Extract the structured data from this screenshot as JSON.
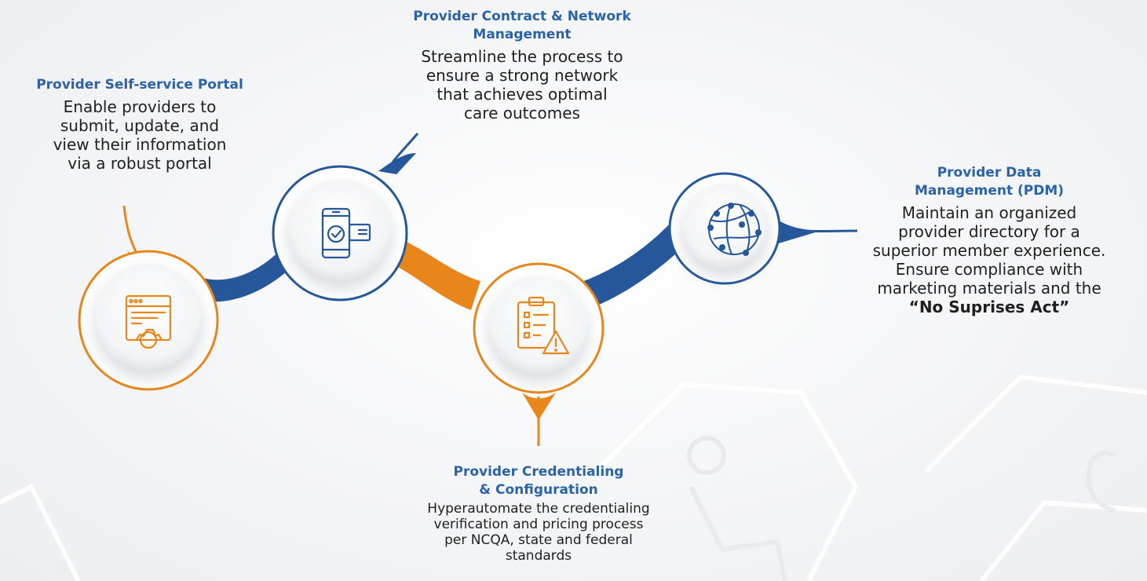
{
  "colors": {
    "orange": "#e8861c",
    "blue": "#25579a",
    "title_blue": "#2b62a8",
    "text": "#1f1f1f"
  },
  "steps": [
    {
      "title": "Provider Self-service Portal",
      "desc": [
        "Enable providers to",
        "submit, update, and",
        "view their information",
        "via a robust portal"
      ],
      "icon": "web-settings-icon"
    },
    {
      "title": [
        "Provider Contract & Network",
        "Management"
      ],
      "desc": [
        "Streamline the process to",
        "ensure a strong network",
        "that achieves optimal",
        "care outcomes"
      ],
      "icon": "mobile-payment-icon"
    },
    {
      "title": [
        "Provider Credentialing",
        "& Configuration"
      ],
      "desc": [
        "Hyperautomate the credentialing",
        "verification and pricing process",
        "per NCQA, state and federal",
        "standards"
      ],
      "icon": "checklist-warning-icon"
    },
    {
      "title": [
        "Provider Data",
        "Management (PDM)"
      ],
      "desc": [
        "Maintain an organized",
        "provider directory for a",
        "superior member experience.",
        "Ensure compliance with",
        "marketing materials and the"
      ],
      "desc_bold": "“No Suprises Act”",
      "icon": "network-globe-icon"
    }
  ]
}
